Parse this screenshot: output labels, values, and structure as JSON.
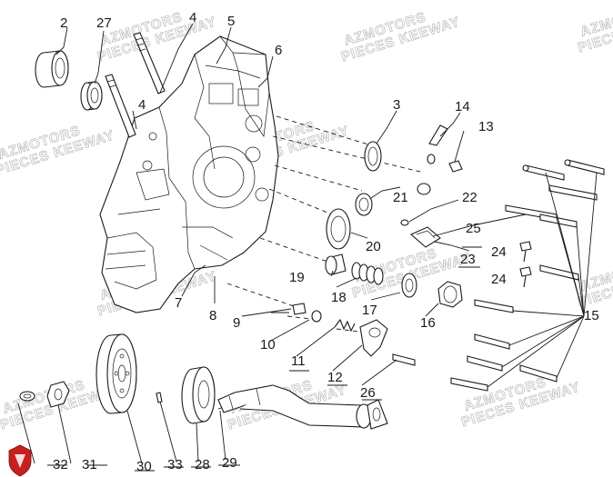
{
  "watermark": {
    "line1": "AZMOTORS",
    "line2": "PIECES KEEWAY",
    "color": "#b8b8b8"
  },
  "logo": {
    "name": "shield-logo-icon",
    "color": "#c8201e"
  },
  "callouts": [
    "2",
    "27",
    "4",
    "5",
    "6",
    "4",
    "3",
    "14",
    "13",
    "21",
    "22",
    "25",
    "23",
    "24",
    "24",
    "20",
    "19",
    "18",
    "17",
    "7",
    "8",
    "9",
    "10",
    "16",
    "15",
    "11",
    "12",
    "26",
    "32",
    "31",
    "30",
    "33",
    "28",
    "29"
  ]
}
